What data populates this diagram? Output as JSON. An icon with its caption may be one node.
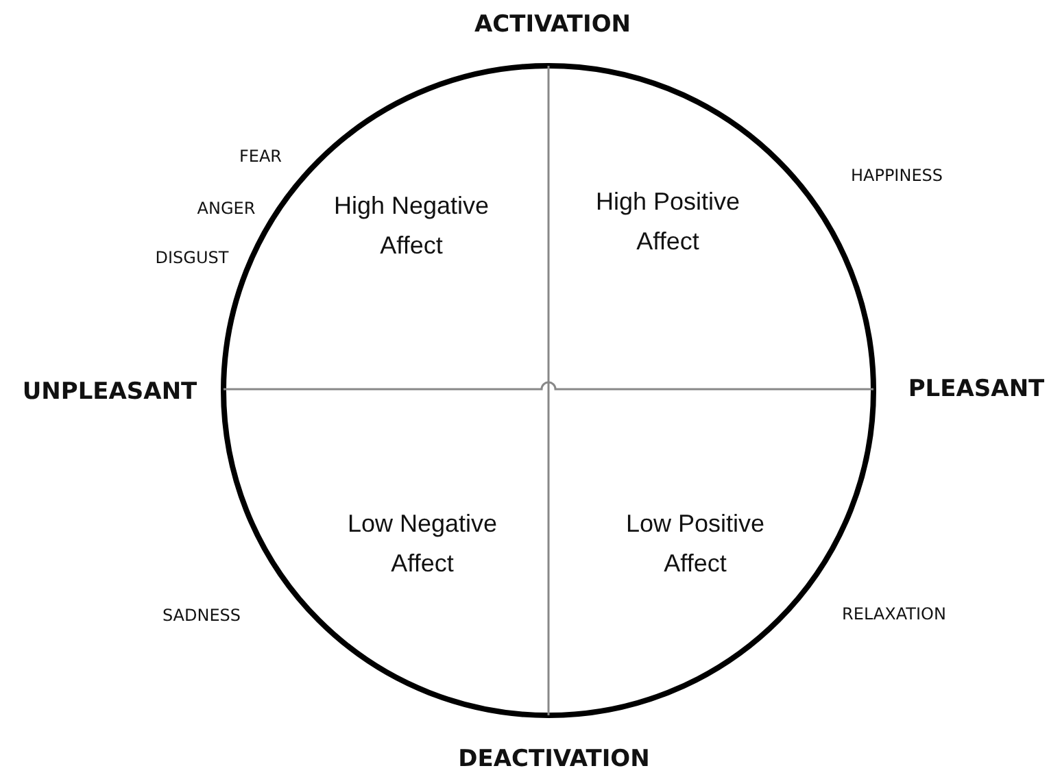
{
  "diagram": {
    "labels": [
      "ACTIVATION",
      "FEAR",
      "HAPPINESS",
      "High Negative Affect",
      "High Positive Affect",
      "ANGER",
      "DISGUST",
      "UNPLEASANT",
      "PLEASANT",
      "Low Negative Affect",
      "Low Positive Affect",
      "SADNESS",
      "RELAXATION",
      "DEACTIVATION"
    ]
  }
}
